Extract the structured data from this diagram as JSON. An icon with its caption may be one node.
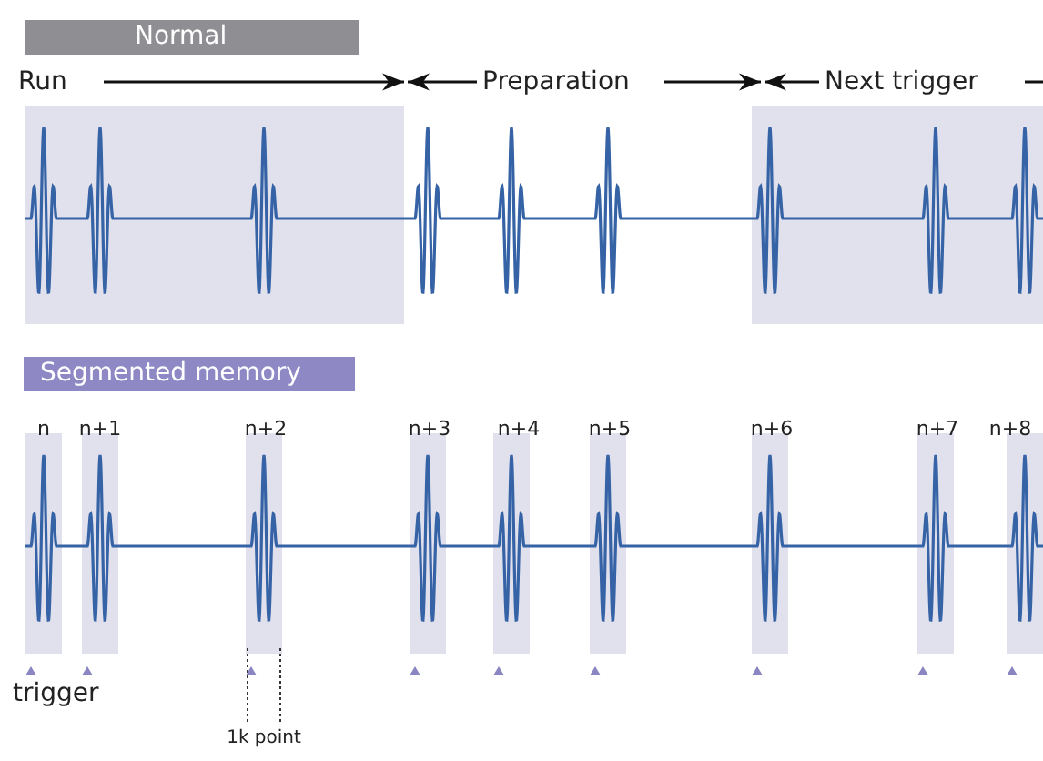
{
  "diagram": {
    "labels": [
      "Normal",
      "Run",
      "Preparation",
      "Next trigger",
      "Segmented memory",
      "n",
      "n+1",
      "n+2",
      "n+3",
      "n+4",
      "n+5",
      "n+6",
      "n+7",
      "n+8",
      "trigger",
      "1k point"
    ]
  }
}
